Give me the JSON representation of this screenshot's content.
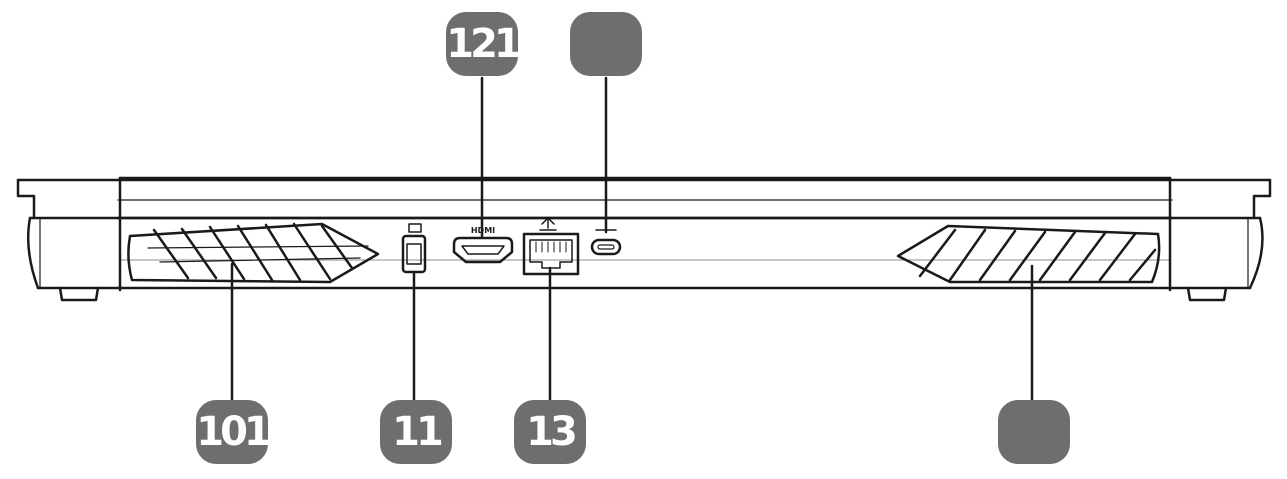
{
  "callouts": [
    {
      "id": "hdmi",
      "label": "121"
    },
    {
      "id": "usb-c",
      "label": ""
    },
    {
      "id": "vent-left",
      "label": "101"
    },
    {
      "id": "mini-dp",
      "label": "11"
    },
    {
      "id": "lan",
      "label": "13"
    },
    {
      "id": "vent-right",
      "label": ""
    }
  ],
  "port_markings": {
    "hdmi": "HDMI"
  },
  "colors": {
    "callout_fill": "#6e6e6e",
    "callout_text": "#ffffff",
    "line": "#1a1a1a",
    "background": "#ffffff"
  }
}
